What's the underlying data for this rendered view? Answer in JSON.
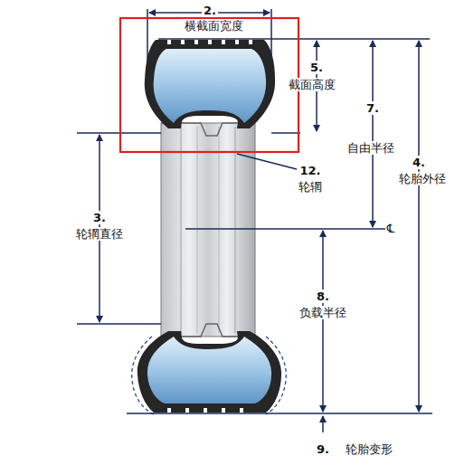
{
  "diagram": {
    "labels": [
      "2.",
      "横截面宽度",
      "5.",
      "截面高度",
      "7.",
      "自由半径",
      "4.",
      "轮胎外径",
      "12.",
      "轮辋",
      "3.",
      "轮辋直径",
      "℄",
      "8.",
      "负载半径",
      "9.",
      "轮胎变形"
    ]
  }
}
